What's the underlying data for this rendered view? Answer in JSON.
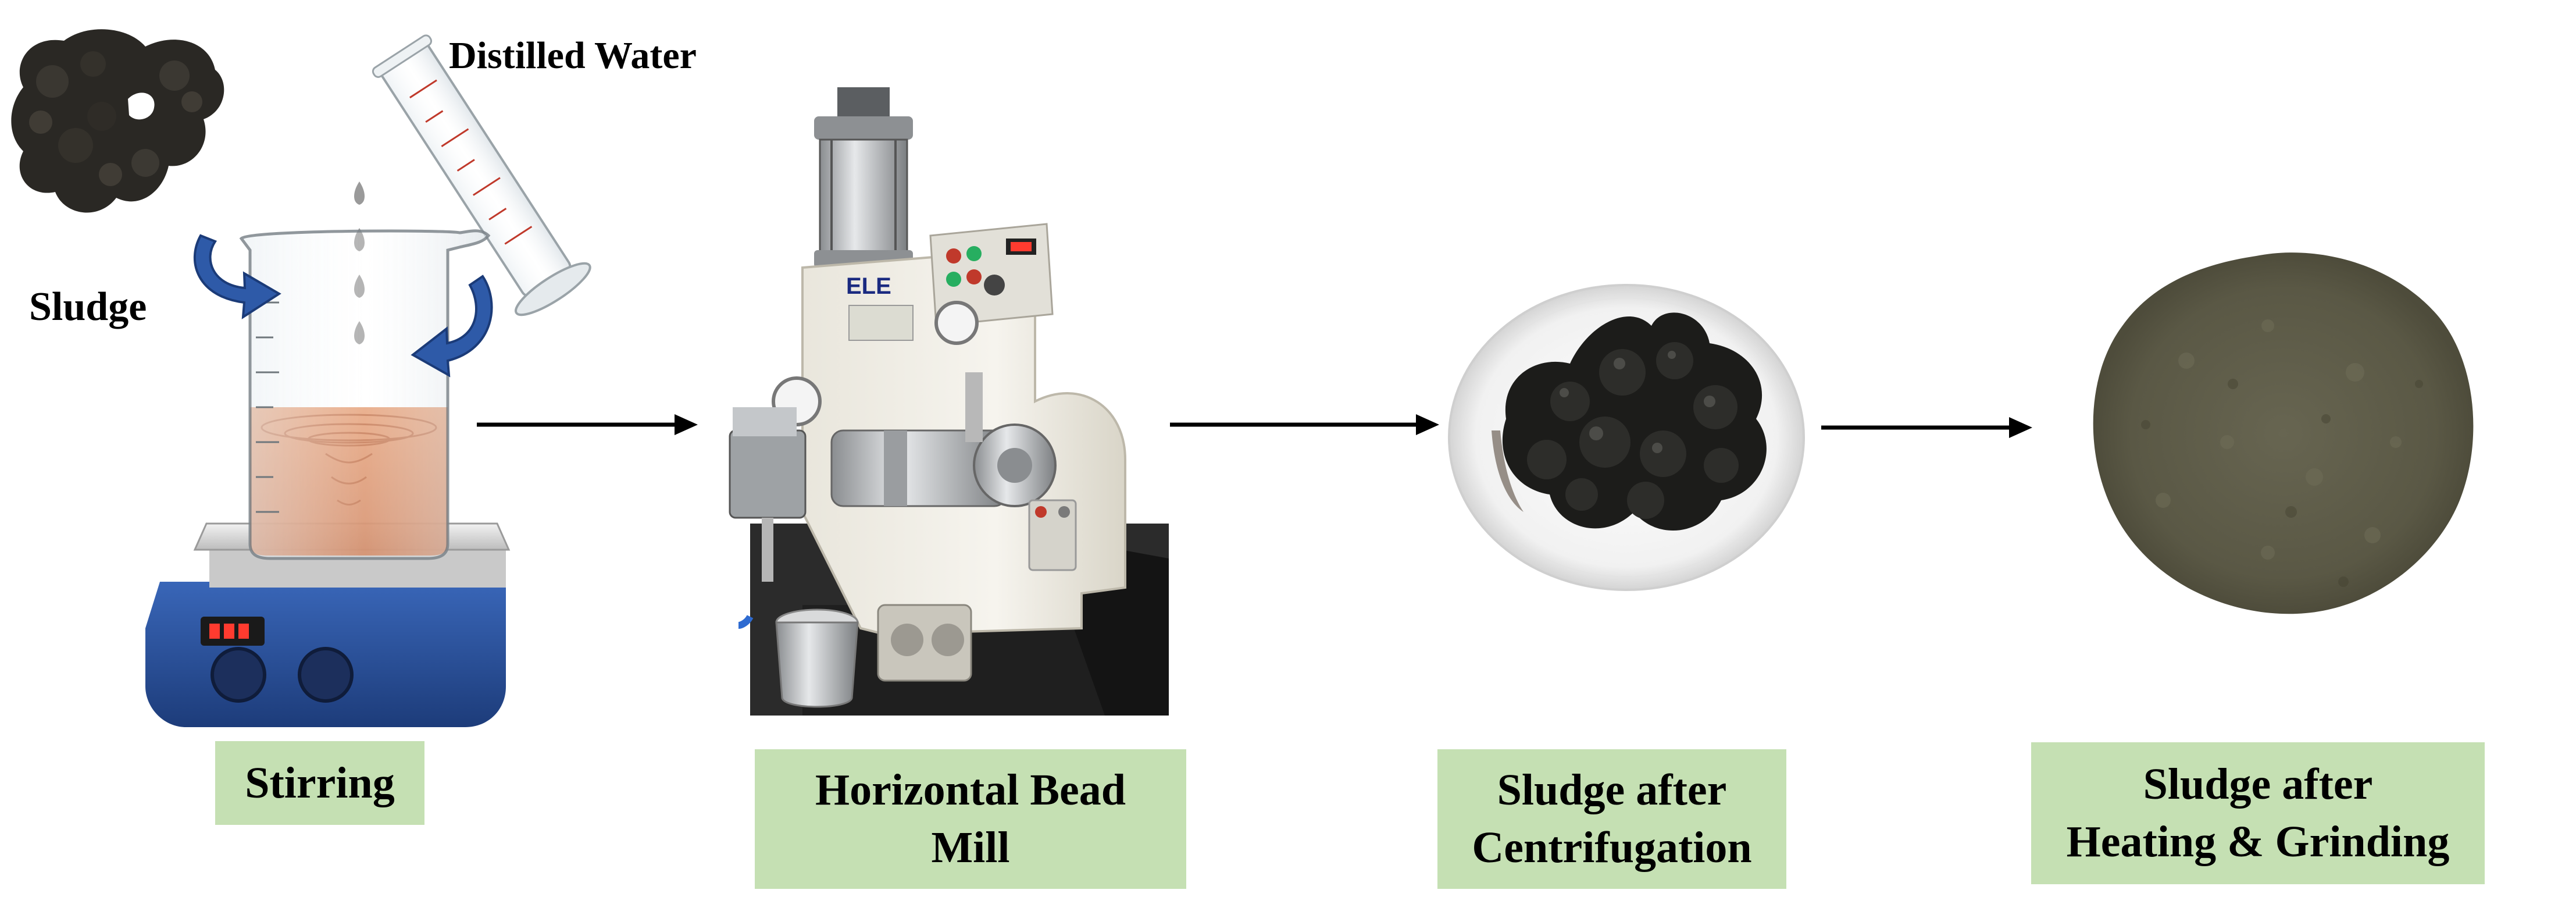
{
  "labels": {
    "distilled_water": "Distilled Water",
    "sludge": "Sludge"
  },
  "steps": [
    {
      "line1": "Stirring",
      "line2": ""
    },
    {
      "line1": "Horizontal Bead",
      "line2": "Mill"
    },
    {
      "line1": "Sludge after",
      "line2": "Centrifugation"
    },
    {
      "line1": "Sludge after",
      "line2": "Heating & Grinding"
    }
  ],
  "machine": {
    "brand": "ELE"
  },
  "colors": {
    "label_box": "#c5e0b3",
    "arrow": "#000000",
    "stir_arrow": "#2e5aa8",
    "hotplate_base": "#2a4f9a",
    "liquid": "#d07a48",
    "wet_sludge": "#1c1c1a",
    "dry_powder": "#5c5a48"
  }
}
